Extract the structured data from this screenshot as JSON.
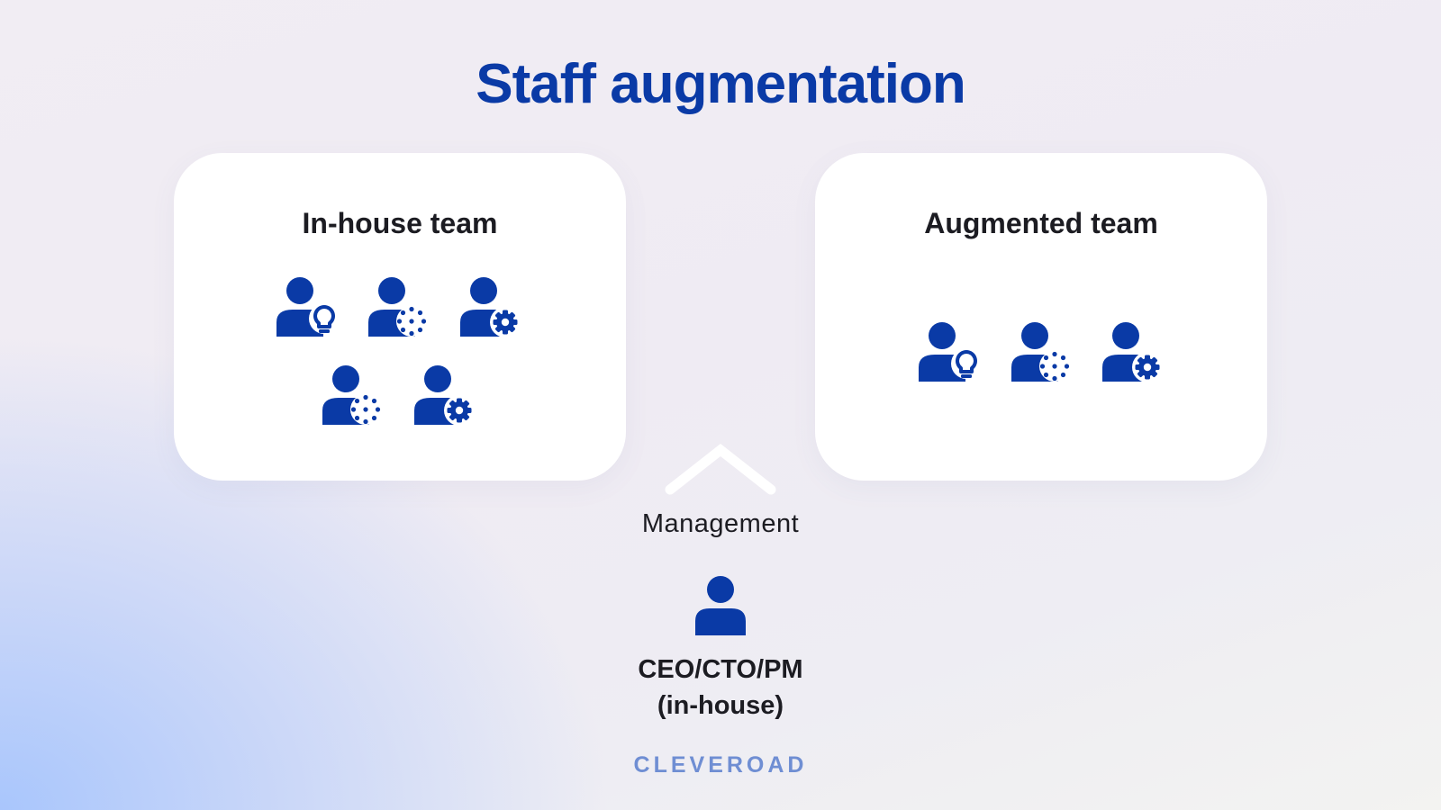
{
  "title": "Staff augmentation",
  "colors": {
    "accent": "#0a3aa6",
    "text": "#1c1c22",
    "brand": "#6f8ed3",
    "card": "#ffffff"
  },
  "in_house": {
    "label": "In-house team",
    "icons": [
      "person-lightbulb-icon",
      "person-dots-icon",
      "person-gear-icon",
      "person-dots-icon",
      "person-gear-icon"
    ]
  },
  "augmented": {
    "label": "Augmented team",
    "icons": [
      "person-lightbulb-icon",
      "person-dots-icon",
      "person-gear-icon"
    ]
  },
  "management": {
    "label": "Management",
    "icon": "chevron-up-icon"
  },
  "leader": {
    "line1": "CEO/CTO/PM",
    "line2": "(in-house)",
    "icon": "person-icon"
  },
  "brand": "CLEVEROAD"
}
